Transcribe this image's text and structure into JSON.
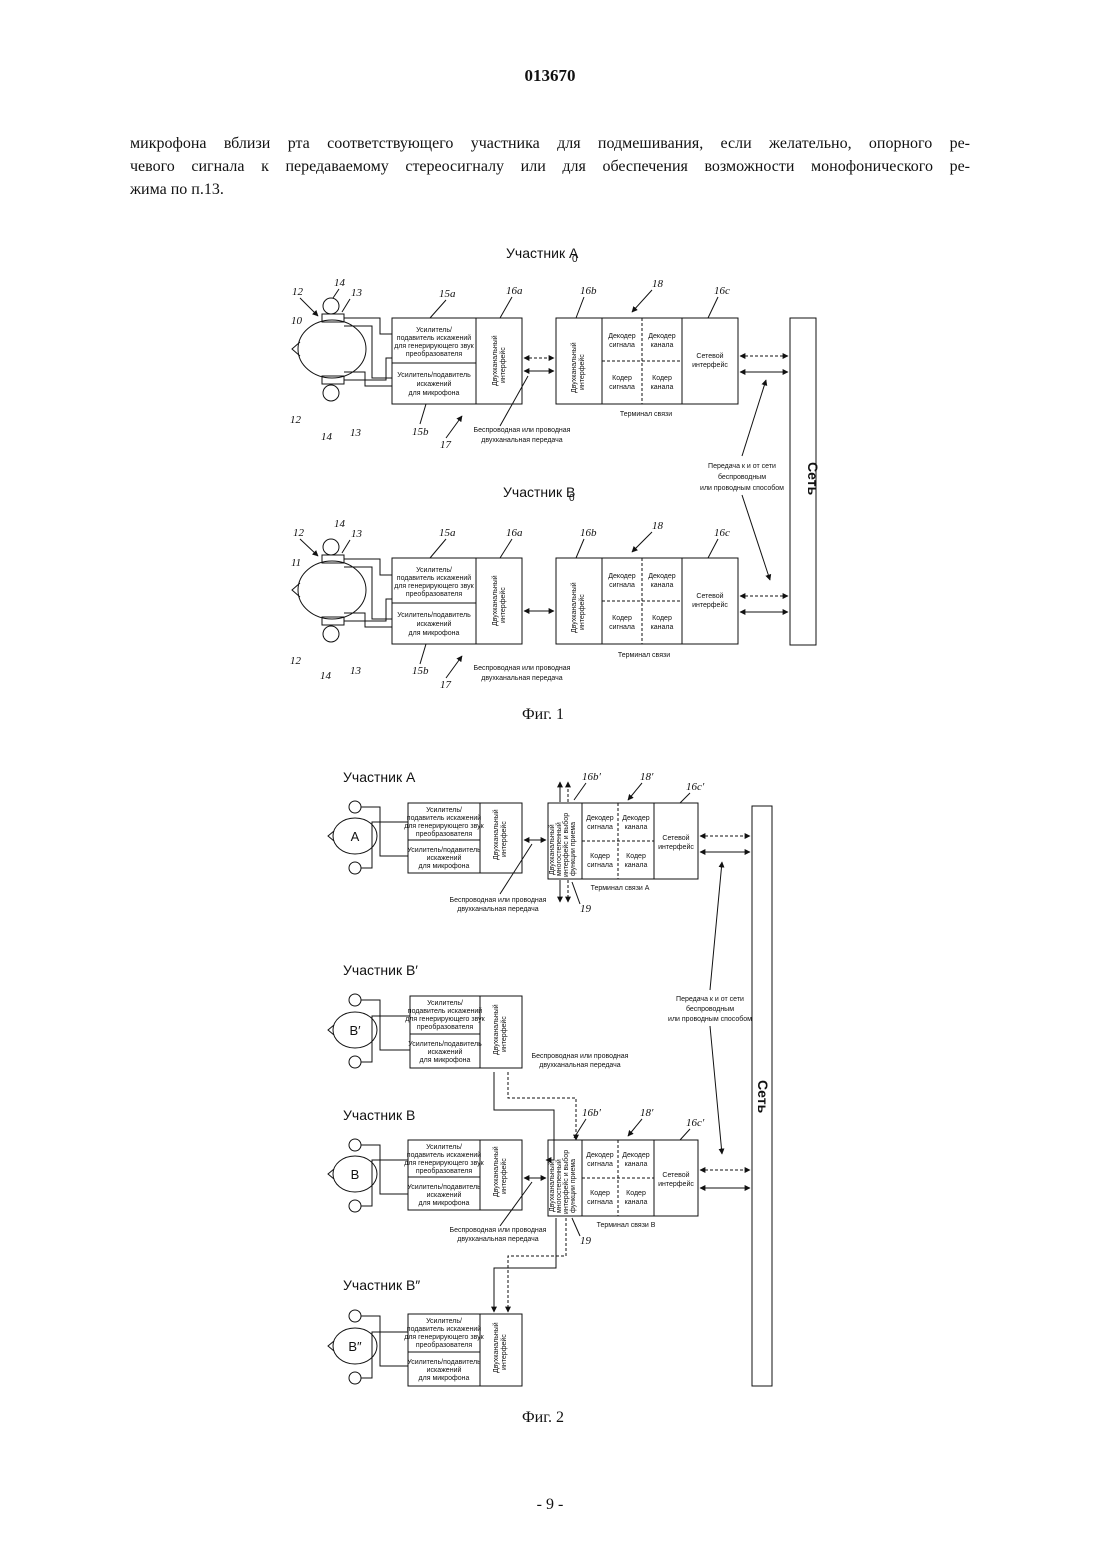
{
  "page_number": "013670",
  "paragraph": [
    "микрофона вблизи рта соответствующего участника для подмешивания, если желательно, опорного ре-",
    "чевого сигнала к передаваемому стереосигналу или для обеспечения возможности монофонического ре-",
    "жима по п.13."
  ],
  "fig1": {
    "caption": "Фиг. 1",
    "title_a": "Участник A",
    "title_b": "Участник B",
    "title_sub": "0",
    "network": "Сеть",
    "net_transfer": [
      "Передача к и от сети",
      "беспроводным",
      "или проводным способом"
    ],
    "amp_top": [
      "Усилитель/",
      "подавитель искажений",
      "для генерирующего звук",
      "преобразователя"
    ],
    "amp_bottom": [
      "Усилитель/подавитель",
      "искажений",
      "для микрофона"
    ],
    "two_chan_iface": [
      "Двухканальный",
      "интерфейс"
    ],
    "decoder_signal": [
      "Декодер",
      "сигнала"
    ],
    "decoder_channel": [
      "Декодер",
      "канала"
    ],
    "coder_signal": [
      "Кодер",
      "сигнала"
    ],
    "coder_channel": [
      "Кодер",
      "канала"
    ],
    "net_iface": [
      "Сетевой",
      "интерфейс"
    ],
    "terminal": "Терминал связи",
    "wireless": [
      "Беспроводная или проводная",
      "двухканальная передача"
    ],
    "nums": {
      "n10": "10",
      "n11": "11",
      "n12": "12",
      "n13": "13",
      "n14": "14",
      "n15a": "15a",
      "n15b": "15b",
      "n16a": "16a",
      "n16b": "16b",
      "n16c": "16c",
      "n17": "17",
      "n18": "18"
    }
  },
  "fig2": {
    "caption": "Фиг. 2",
    "participants": [
      "Участник A",
      "Участник B′",
      "Участник B",
      "Участник B″"
    ],
    "heads": [
      "A",
      "B′",
      "B",
      "B″"
    ],
    "network": "Сеть",
    "net_transfer": [
      "Передача к и от сети",
      "беспроводным",
      "или проводным способом"
    ],
    "amp_top": [
      "Усилитель/",
      "подавитель искажений",
      "для генерирующего звук",
      "преобразователя"
    ],
    "amp_bottom": [
      "Усилитель/подавитель",
      "искажений",
      "для микрофона"
    ],
    "two_chan_iface": [
      "Двухканальный",
      "интерфейс"
    ],
    "multi_iface": [
      "Двухканальный",
      "многостепенный",
      "интерфейс и выбор",
      "функции приема"
    ],
    "decoder_signal": [
      "Декодер",
      "сигнала"
    ],
    "decoder_channel": [
      "Декодер",
      "канала"
    ],
    "coder_signal": [
      "Кодер",
      "сигнала"
    ],
    "coder_channel": [
      "Кодер",
      "канала"
    ],
    "net_iface": [
      "Сетевой",
      "интерфейс"
    ],
    "terminal_a": "Терминал связи A",
    "terminal_b": "Терминал связи B",
    "wireless": [
      "Беспроводная или проводная",
      "двухканальная передача"
    ],
    "nums": {
      "n16b": "16b′",
      "n16c": "16c′",
      "n18": "18′",
      "n19": "19"
    }
  },
  "footer": "- 9 -"
}
